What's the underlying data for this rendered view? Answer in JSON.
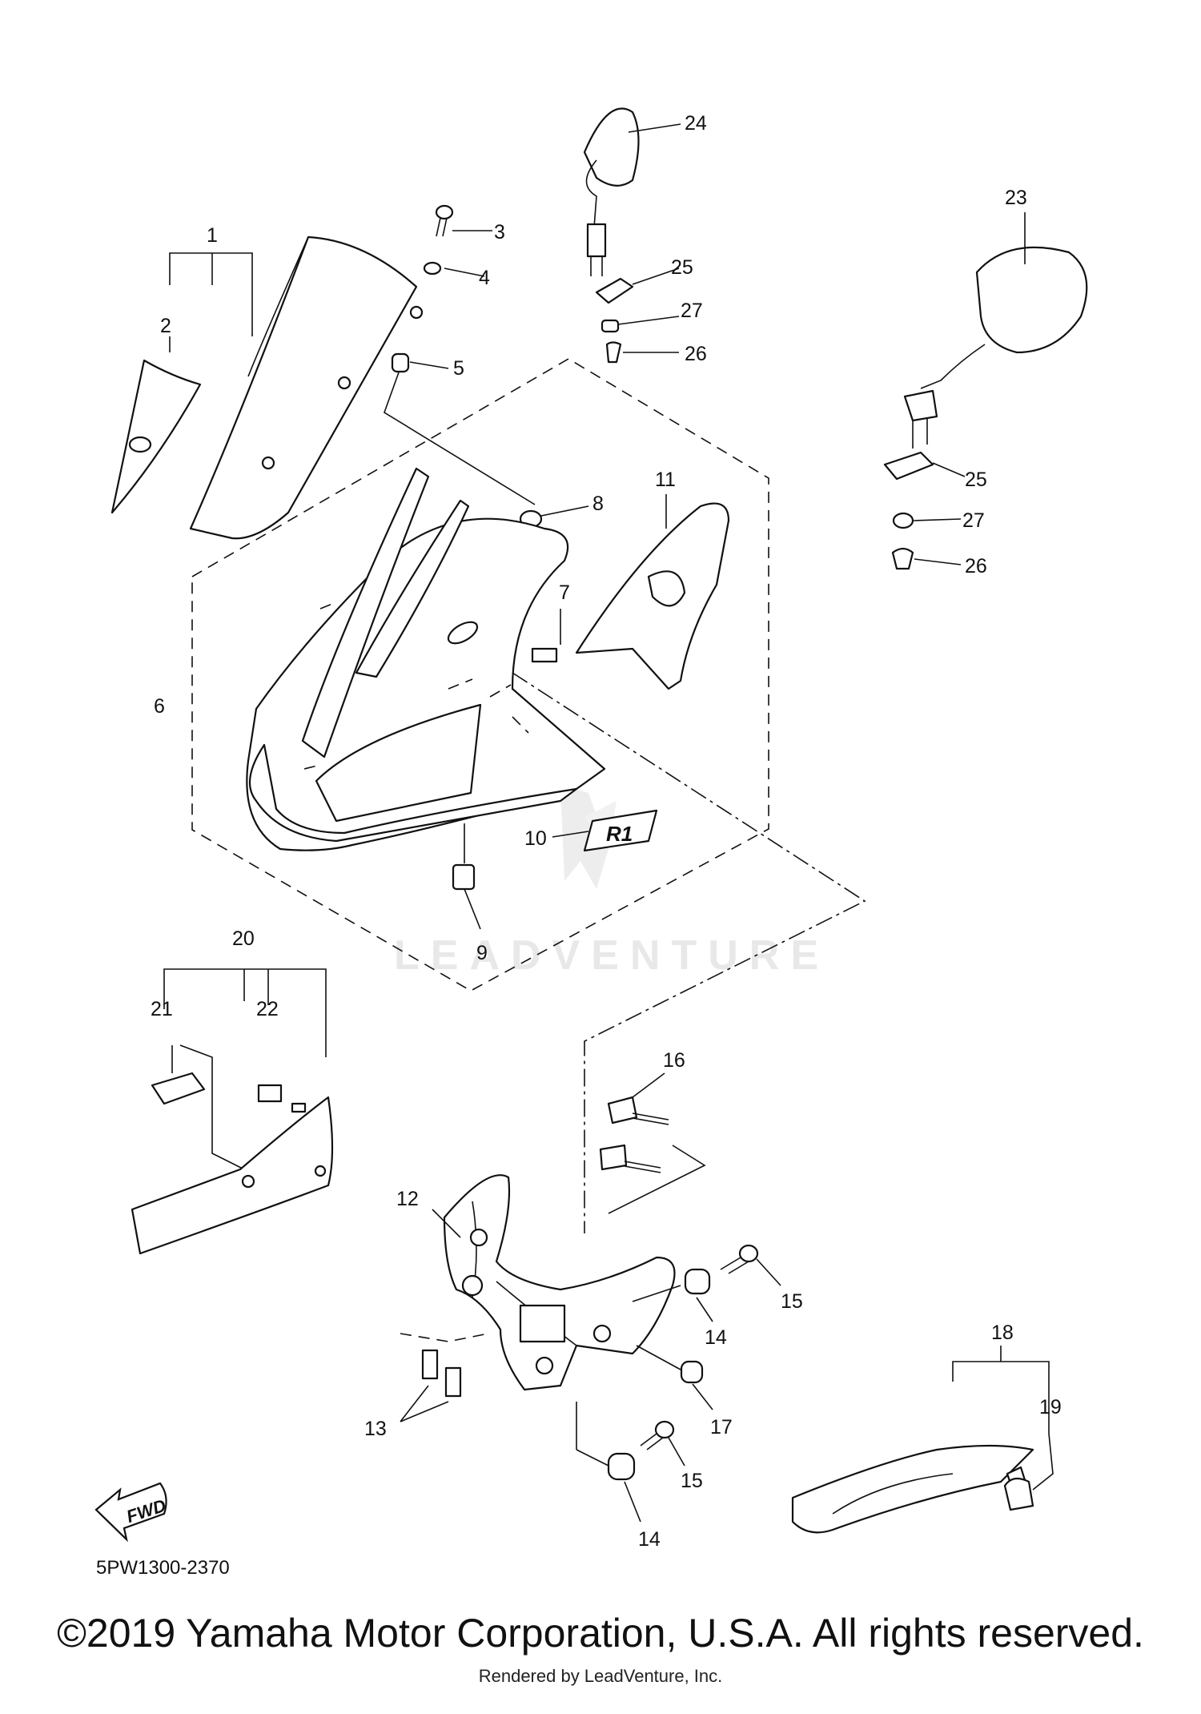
{
  "diagram": {
    "code": "5PW1300-2370",
    "watermark": "LEADVENTURE",
    "fwd_label": "FWD",
    "emblem_text": "R1",
    "copyright": "©2019 Yamaha Motor Corporation, U.S.A. All rights reserved.",
    "rendered_by": "Rendered by LeadVenture, Inc."
  },
  "callouts": [
    "1",
    "2",
    "3",
    "4",
    "5",
    "6",
    "7",
    "8",
    "9",
    "10",
    "11",
    "12",
    "13",
    "14",
    "14",
    "15",
    "15",
    "16",
    "17",
    "18",
    "19",
    "20",
    "21",
    "22",
    "23",
    "24",
    "25",
    "25",
    "26",
    "26",
    "27",
    "27"
  ]
}
